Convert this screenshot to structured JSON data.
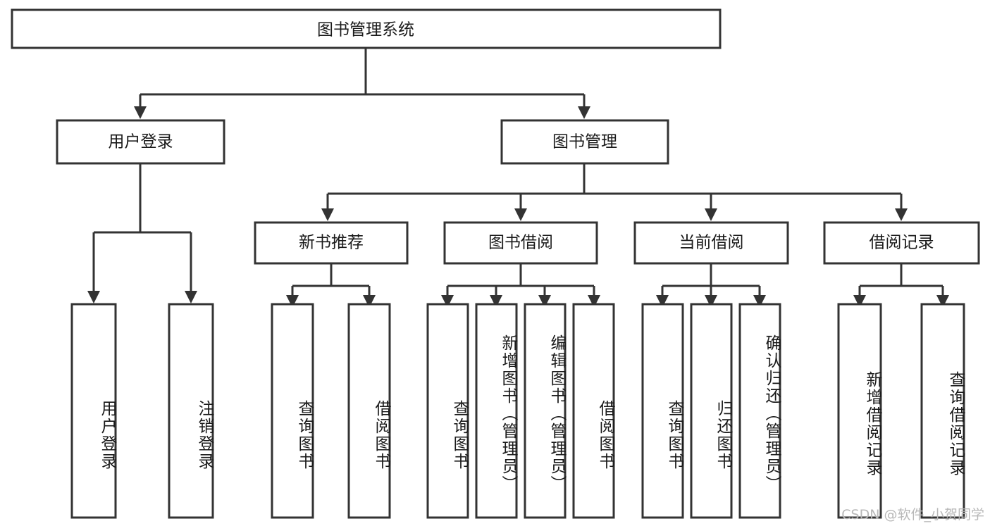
{
  "diagram": {
    "title": "图书管理系统",
    "watermark": "CSDN @软件_小贺同学",
    "type": "hierarchy-tree",
    "orientation": "top-down",
    "box_fill": "#ffffff",
    "box_stroke": "#333333",
    "text_color": "#1a1a1a",
    "levels": {
      "root": {
        "label": "图书管理系统"
      },
      "level2": [
        {
          "label": "用户登录"
        },
        {
          "label": "图书管理"
        }
      ],
      "level3": [
        {
          "label": "新书推荐"
        },
        {
          "label": "图书借阅"
        },
        {
          "label": "当前借阅"
        },
        {
          "label": "借阅记录"
        }
      ],
      "leaves": [
        {
          "label": "用户登录",
          "parent": "用户登录"
        },
        {
          "label": "注销登录",
          "parent": "用户登录"
        },
        {
          "label": "查询图书",
          "parent": "新书推荐"
        },
        {
          "label": "借阅图书",
          "parent": "新书推荐"
        },
        {
          "label": "查询图书",
          "parent": "图书借阅"
        },
        {
          "label": "新增图书（管理员）",
          "parent": "图书借阅"
        },
        {
          "label": "编辑图书（管理员）",
          "parent": "图书借阅"
        },
        {
          "label": "借阅图书",
          "parent": "图书借阅"
        },
        {
          "label": "查询图书",
          "parent": "当前借阅"
        },
        {
          "label": "归还图书",
          "parent": "当前借阅"
        },
        {
          "label": "确认归还（管理员）",
          "parent": "当前借阅"
        },
        {
          "label": "新增借阅记录",
          "parent": "借阅记录"
        },
        {
          "label": "查询借阅记录",
          "parent": "借阅记录"
        }
      ]
    }
  }
}
